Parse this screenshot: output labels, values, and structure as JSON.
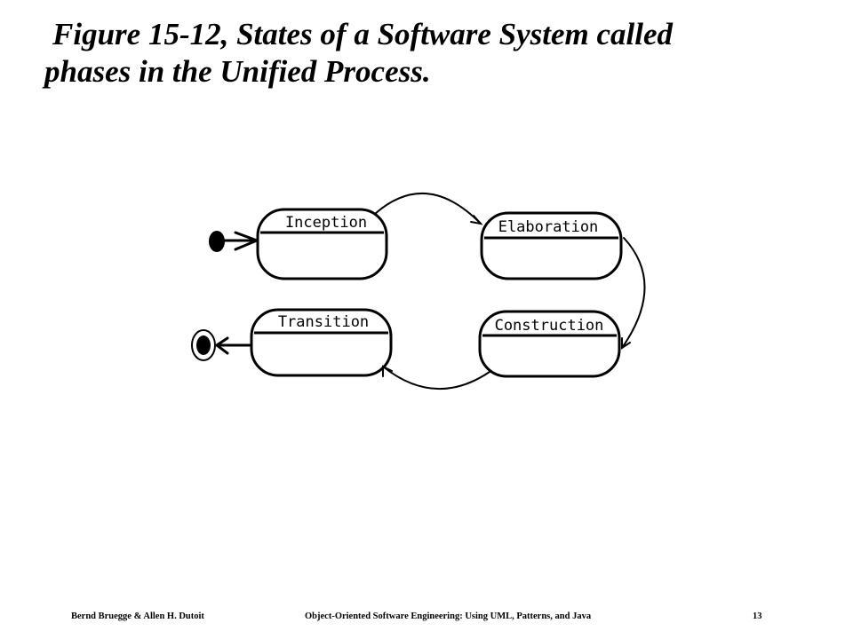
{
  "slide": {
    "title_line1": "Figure 15-12, States of a Software System called",
    "title_line2": "phases in the Unified Process."
  },
  "diagram": {
    "states": {
      "inception": "Inception",
      "elaboration": "Elaboration",
      "construction": "Construction",
      "transition": "Transition"
    }
  },
  "footer": {
    "authors": "Bernd Bruegge & Allen H. Dutoit",
    "book": "Object-Oriented Software Engineering: Using UML, Patterns, and Java",
    "page": "13"
  }
}
